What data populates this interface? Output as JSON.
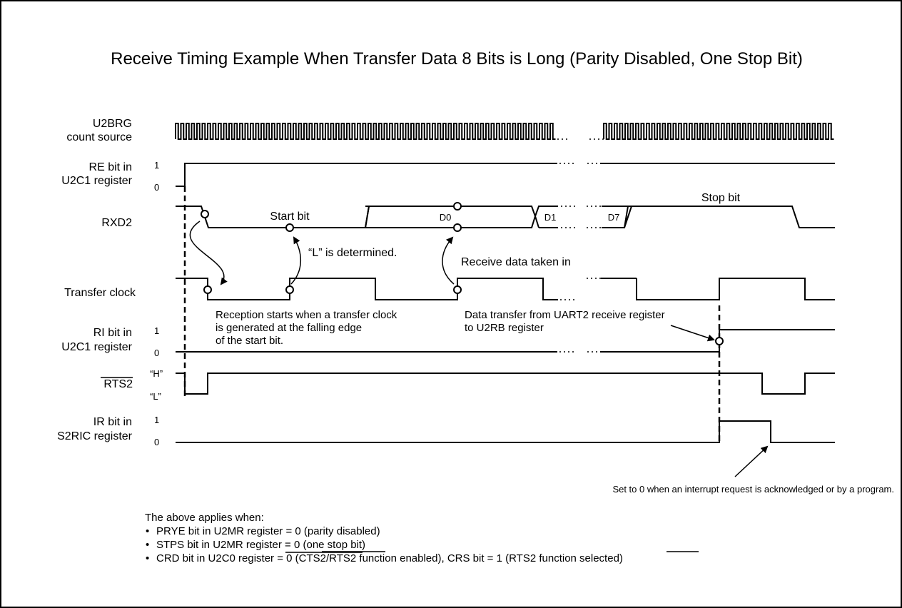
{
  "title": "Receive Timing Example When Transfer Data 8 Bits is Long (Parity Disabled, One Stop Bit)",
  "signals": {
    "u2brg": [
      "U2BRG",
      "count source"
    ],
    "re": [
      "RE bit in",
      "U2C1 register"
    ],
    "rxd2": "RXD2",
    "transfer_clock": "Transfer clock",
    "ri": [
      "RI bit in",
      "U2C1 register"
    ],
    "rts2": "RTS2",
    "ir": [
      "IR bit in",
      "S2RIC register"
    ]
  },
  "levels": {
    "one": "1",
    "zero": "0",
    "high": "“H”",
    "low": "“L”"
  },
  "bits": {
    "start": "Start bit",
    "d0": "D0",
    "d1": "D1",
    "d7": "D7",
    "stop": "Stop bit"
  },
  "annotations": {
    "l_determined": "“L” is determined.",
    "receive_taken": "Receive data taken in",
    "reception_starts": [
      "Reception starts when a transfer clock",
      "is generated at the falling edge",
      "of the start bit."
    ],
    "data_transfer": [
      "Data transfer from UART2 receive register",
      "to U2RB register"
    ],
    "set_to_zero": "Set to 0 when an interrupt request is acknowledged or by a program."
  },
  "conditions": {
    "intro": "The above applies when:",
    "items": [
      "PRYE bit in U2MR register = 0 (parity disabled)",
      "STPS bit in U2MR register = 0 (one stop bit)",
      "CRD bit in U2C0 register = 0 (CTS2/RTS2 function enabled), CRS bit = 1 (RTS2 function selected)"
    ],
    "bullet": "•"
  }
}
